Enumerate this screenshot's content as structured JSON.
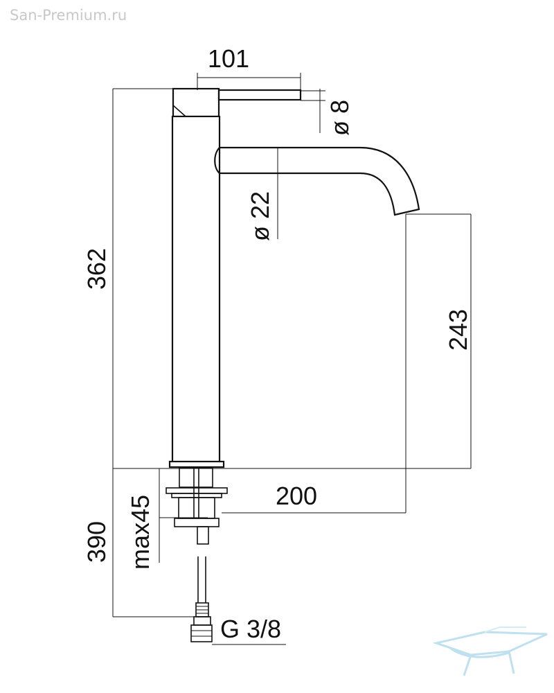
{
  "watermark": "San-Premium.ru",
  "dimensions": {
    "handle_length": "101",
    "handle_diameter": "ø 8",
    "spout_diameter": "ø 22",
    "total_height": "362",
    "spout_height": "243",
    "spout_reach": "200",
    "deck_thickness": "max45",
    "hose_length": "390",
    "thread": "G 3/8"
  },
  "colors": {
    "lines": "#111111",
    "watermark_text": "#c8c8c8",
    "logo": "#bfe0ee"
  },
  "icons": {
    "logo": "bathtub-logo-icon"
  }
}
